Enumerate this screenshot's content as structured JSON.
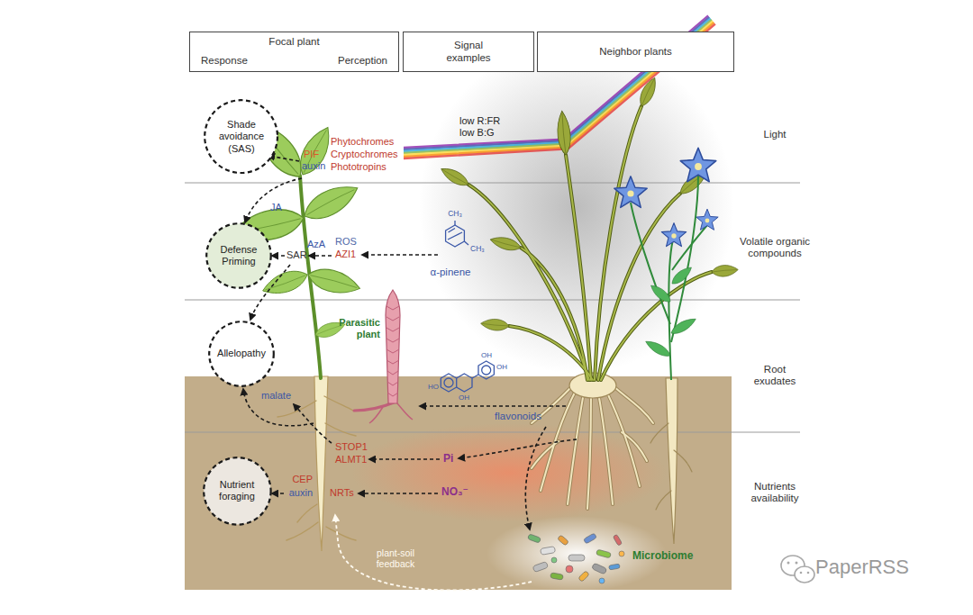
{
  "diagram": {
    "nodes": [
      {
        "text": [
          "Focal plant",
          "Response",
          "Perception"
        ]
      },
      {
        "text": [
          "Signal examples"
        ]
      },
      {
        "text": [
          "Neighbor plants"
        ]
      },
      {
        "text": [
          "Shade avoidance (SAS)"
        ]
      },
      {
        "text": [
          "Defense Priming"
        ]
      },
      {
        "text": [
          "Allelopathy"
        ]
      },
      {
        "text": [
          "Nutrient foraging"
        ]
      }
    ],
    "labels": [
      "Light",
      "Volatile organic compounds",
      "Root exudates",
      "Nutrients availability",
      "PIF",
      "auxin",
      "Phytochromes",
      "Cryptochromes",
      "Phototropins",
      "low R:FR",
      "low B:G",
      "JA",
      "SAR",
      "AzA",
      "ROS",
      "AZI1",
      "α-pinene",
      "CH₃",
      "CH₃",
      "Parasitic plant",
      "malate",
      "flavonoids",
      "HO",
      "OH",
      "OH",
      "OH",
      "STOP1",
      "ALMT1",
      "Pi",
      "NO₃⁻",
      "CEP",
      "auxin",
      "NRTs",
      "Microbiome",
      "plant-soil feedback",
      "PaperRSS"
    ]
  }
}
